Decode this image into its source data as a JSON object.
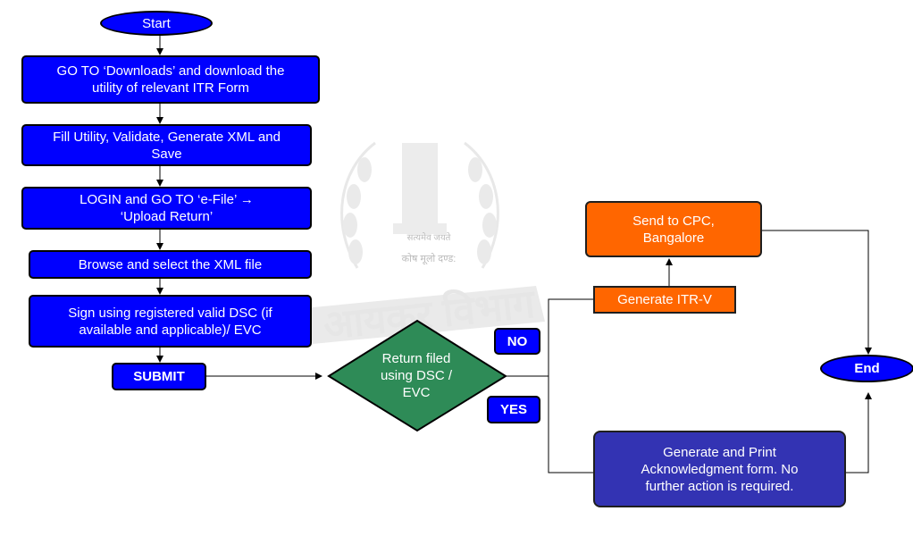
{
  "watermark": {
    "motto_top": "सत्यमेव जयते",
    "motto_bottom": "कोष मूलो दण्ड:",
    "dept_text": "आयकर विभाग"
  },
  "nodes": {
    "start": "Start",
    "download": "GO TO ‘Downloads’ and download the utility of relevant ITR Form",
    "fill": "Fill Utility, Validate, Generate XML and Save",
    "login": "LOGIN and GO TO ‘e-File’ → ‘Upload Return’",
    "browse": "Browse and select the XML file",
    "sign": "Sign using registered valid DSC (if available and applicable)/ EVC",
    "submit": "SUBMIT",
    "decision": "Return filed using DSC / EVC",
    "no": "NO",
    "yes": "YES",
    "generate_itrv": "Generate ITR-V",
    "send_cpc": "Send to CPC, Bangalore",
    "generate_ack": "Generate and Print Acknowledgment form. No further action is required.",
    "end": "End"
  }
}
